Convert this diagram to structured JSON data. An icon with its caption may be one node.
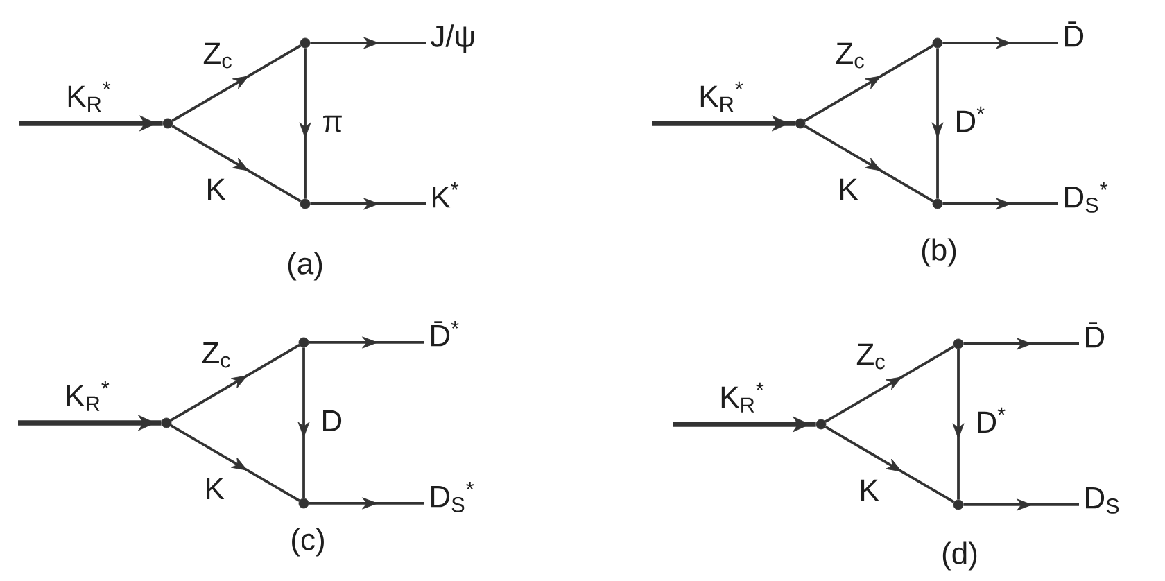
{
  "diagram": {
    "nodes": [
      {
        "text": [],
        "shape": "circle"
      },
      {
        "text": [],
        "shape": "circle"
      },
      {
        "text": [],
        "shape": "circle"
      },
      {
        "text": [
          "J/ψ"
        ]
      },
      {
        "text": [
          "K$^{*}$"
        ]
      },
      {
        "text": [],
        "shape": "circle"
      },
      {
        "text": [],
        "shape": "circle"
      },
      {
        "text": [],
        "shape": "circle"
      },
      {
        "text": [
          "D̄"
        ]
      },
      {
        "text": [
          "D$_{S}$$^{*}$"
        ]
      },
      {
        "text": [],
        "shape": "circle"
      },
      {
        "text": [],
        "shape": "circle"
      },
      {
        "text": [],
        "shape": "circle"
      },
      {
        "text": [
          "D̄$^{*}$"
        ]
      },
      {
        "text": [
          "D$_{S}$$^{*}$"
        ]
      },
      {
        "text": [],
        "shape": "circle"
      },
      {
        "text": [],
        "shape": "circle"
      },
      {
        "text": [],
        "shape": "circle"
      },
      {
        "text": [
          "D̄"
        ]
      },
      {
        "text": [
          "D$_{S}$"
        ]
      }
    ],
    "edges": [
      {
        "from": null,
        "to": 0,
        "arrow": "to",
        "label": "K$_{R}$$^{*}$",
        "style": "thick"
      },
      {
        "from": 0,
        "to": 1,
        "arrow": "to",
        "label": "Z$_{c}$"
      },
      {
        "from": 0,
        "to": 2,
        "arrow": "to",
        "label": "K"
      },
      {
        "from": 1,
        "to": 2,
        "arrow": "to",
        "label": "π"
      },
      {
        "from": 1,
        "to": 3,
        "arrow": "to"
      },
      {
        "from": 2,
        "to": 4,
        "arrow": "to"
      },
      {
        "from": null,
        "to": 5,
        "arrow": "to",
        "label": "K$_{R}$$^{*}$",
        "style": "thick"
      },
      {
        "from": 5,
        "to": 6,
        "arrow": "to",
        "label": "Z$_{c}$"
      },
      {
        "from": 5,
        "to": 7,
        "arrow": "to",
        "label": "K"
      },
      {
        "from": 6,
        "to": 7,
        "arrow": "to",
        "label": "D$^{*}$"
      },
      {
        "from": 6,
        "to": 8,
        "arrow": "to"
      },
      {
        "from": 7,
        "to": 9,
        "arrow": "to"
      },
      {
        "from": null,
        "to": 10,
        "arrow": "to",
        "label": "K$_{R}$$^{*}$",
        "style": "thick"
      },
      {
        "from": 10,
        "to": 11,
        "arrow": "to",
        "label": "Z$_{c}$"
      },
      {
        "from": 10,
        "to": 12,
        "arrow": "to",
        "label": "K"
      },
      {
        "from": 11,
        "to": 12,
        "arrow": "to",
        "label": "D"
      },
      {
        "from": 11,
        "to": 13,
        "arrow": "to"
      },
      {
        "from": 12,
        "to": 14,
        "arrow": "to"
      },
      {
        "from": null,
        "to": 15,
        "arrow": "to",
        "label": "K$_{R}$$^{*}$",
        "style": "thick"
      },
      {
        "from": 15,
        "to": 16,
        "arrow": "to",
        "label": "Z$_{c}$"
      },
      {
        "from": 15,
        "to": 17,
        "arrow": "to",
        "label": "K"
      },
      {
        "from": 16,
        "to": 17,
        "arrow": "to",
        "label": "D$^{*}$"
      },
      {
        "from": 16,
        "to": 18,
        "arrow": "to"
      },
      {
        "from": 17,
        "to": 19,
        "arrow": "to"
      }
    ],
    "labels": [
      "(a)",
      "(b)",
      "(c)",
      "(d)"
    ]
  }
}
